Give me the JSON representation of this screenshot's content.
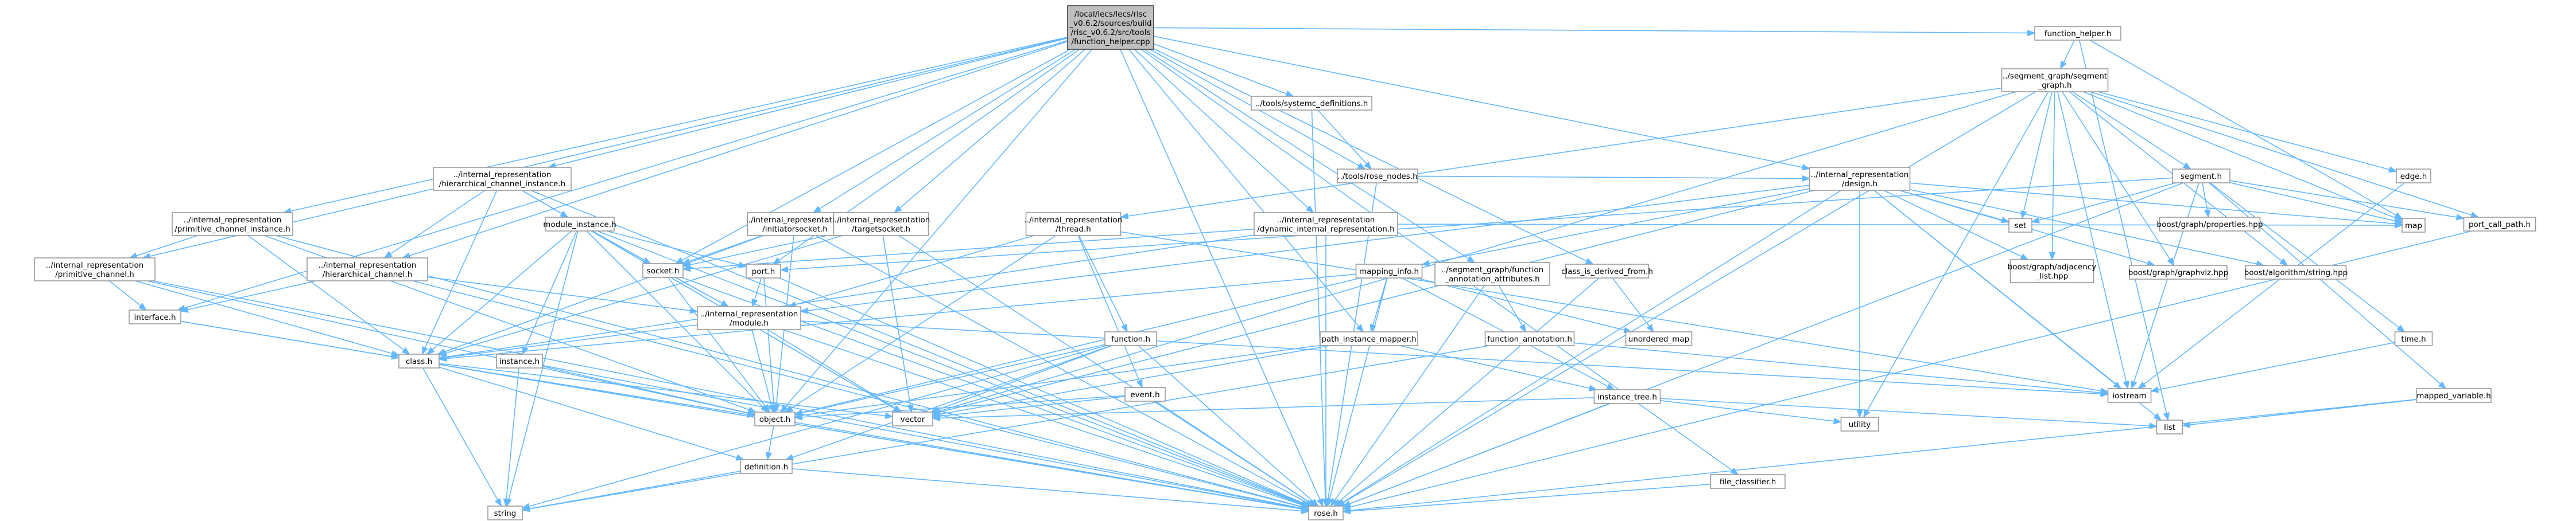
{
  "diagram": {
    "type": "doxygen-include-dependency-graph",
    "colors": {
      "edge": "#63b8ff",
      "node_border": "#999999",
      "root_fill": "#bfbfbf",
      "text": "#000000"
    },
    "nodes": [
      {
        "id": "root",
        "lines": [
          "/local/lecs/lecs/risc",
          "_v0.6.2/sources/build",
          "/risc_v0.6.2/src/tools",
          "/function_helper.cpp"
        ],
        "root": true
      },
      {
        "id": "ir_hier_ch_inst",
        "lines": [
          "../internal_representation",
          "/hierarchical_channel_instance.h"
        ]
      },
      {
        "id": "ir_prim_ch_inst",
        "lines": [
          "../internal_representation",
          "/primitive_channel_instance.h"
        ]
      },
      {
        "id": "module_instance",
        "lines": [
          "module_instance.h"
        ]
      },
      {
        "id": "ir_initsocket",
        "lines": [
          "../internal_representation",
          "/initiatorsocket.h"
        ]
      },
      {
        "id": "ir_targetsocket",
        "lines": [
          "../internal_representation",
          "/targetsocket.h"
        ]
      },
      {
        "id": "ir_prim_channel",
        "lines": [
          "../internal_representation",
          "/primitive_channel.h"
        ]
      },
      {
        "id": "ir_hier_channel",
        "lines": [
          "../internal_representation",
          "/hierarchical_channel.h"
        ]
      },
      {
        "id": "ir_thread",
        "lines": [
          "../internal_representation",
          "/thread.h"
        ]
      },
      {
        "id": "ir_dyn",
        "lines": [
          "../internal_representation",
          "/dynamic_internal_representation.h"
        ]
      },
      {
        "id": "tools_sysc",
        "lines": [
          "../tools/systemc_definitions.h"
        ]
      },
      {
        "id": "tools_rose",
        "lines": [
          "../tools/rose_nodes.h"
        ]
      },
      {
        "id": "function_helper_h",
        "lines": [
          "function_helper.h"
        ]
      },
      {
        "id": "sg_graph",
        "lines": [
          "../segment_graph/segment",
          "_graph.h"
        ]
      },
      {
        "id": "segment",
        "lines": [
          "segment.h"
        ]
      },
      {
        "id": "edge",
        "lines": [
          "edge.h"
        ]
      },
      {
        "id": "port_call_path",
        "lines": [
          "port_call_path.h"
        ]
      },
      {
        "id": "bg_properties",
        "lines": [
          "boost/graph/properties.hpp"
        ]
      },
      {
        "id": "ir_design",
        "lines": [
          "../internal_representation",
          "/design.h"
        ]
      },
      {
        "id": "mapping_info",
        "lines": [
          "mapping_info.h"
        ]
      },
      {
        "id": "sg_fn_ann",
        "lines": [
          "../segment_graph/function",
          "_annotation_attributes.h"
        ]
      },
      {
        "id": "class_is_derived",
        "lines": [
          "class_is_derived_from.h"
        ]
      },
      {
        "id": "set",
        "lines": [
          "set"
        ]
      },
      {
        "id": "bg_adjacency",
        "lines": [
          "boost/graph/adjacency",
          "_list.hpp"
        ]
      },
      {
        "id": "bg_graphviz",
        "lines": [
          "boost/graph/graphviz.hpp"
        ]
      },
      {
        "id": "ba_string",
        "lines": [
          "boost/algorithm/string.hpp"
        ]
      },
      {
        "id": "map",
        "lines": [
          "map"
        ]
      },
      {
        "id": "time",
        "lines": [
          "time.h"
        ]
      },
      {
        "id": "mapped_variable",
        "lines": [
          "mapped_variable.h"
        ]
      },
      {
        "id": "socket",
        "lines": [
          "socket.h"
        ]
      },
      {
        "id": "port",
        "lines": [
          "port.h"
        ]
      },
      {
        "id": "ir_module",
        "lines": [
          "../internal_representation",
          "/module.h"
        ]
      },
      {
        "id": "interface",
        "lines": [
          "interface.h"
        ]
      },
      {
        "id": "function",
        "lines": [
          "function.h"
        ]
      },
      {
        "id": "path_instance_mapper",
        "lines": [
          "path_instance_mapper.h"
        ]
      },
      {
        "id": "function_annotation",
        "lines": [
          "function_annotation.h"
        ]
      },
      {
        "id": "unordered_map",
        "lines": [
          "unordered_map"
        ]
      },
      {
        "id": "class",
        "lines": [
          "class.h"
        ]
      },
      {
        "id": "instance",
        "lines": [
          "instance.h"
        ]
      },
      {
        "id": "event",
        "lines": [
          "event.h"
        ]
      },
      {
        "id": "instance_tree",
        "lines": [
          "instance_tree.h"
        ]
      },
      {
        "id": "iostream",
        "lines": [
          "iostream"
        ]
      },
      {
        "id": "utility",
        "lines": [
          "utility"
        ]
      },
      {
        "id": "list",
        "lines": [
          "list"
        ]
      },
      {
        "id": "object",
        "lines": [
          "object.h"
        ]
      },
      {
        "id": "vector",
        "lines": [
          "vector"
        ]
      },
      {
        "id": "definition",
        "lines": [
          "definition.h"
        ]
      },
      {
        "id": "file_classifier",
        "lines": [
          "file_classifier.h"
        ]
      },
      {
        "id": "string",
        "lines": [
          "string"
        ]
      },
      {
        "id": "rose",
        "lines": [
          "rose.h"
        ]
      }
    ],
    "edges": [
      [
        "root",
        "ir_hier_ch_inst"
      ],
      [
        "root",
        "ir_prim_ch_inst"
      ],
      [
        "root",
        "ir_initsocket"
      ],
      [
        "root",
        "ir_targetsocket"
      ],
      [
        "root",
        "ir_dyn"
      ],
      [
        "root",
        "tools_sysc"
      ],
      [
        "root",
        "tools_rose"
      ],
      [
        "root",
        "function_helper_h"
      ],
      [
        "root",
        "ir_design"
      ],
      [
        "root",
        "ir_hier_channel"
      ],
      [
        "root",
        "ir_prim_channel"
      ],
      [
        "root",
        "interface"
      ],
      [
        "root",
        "socket"
      ],
      [
        "root",
        "port"
      ],
      [
        "root",
        "object"
      ],
      [
        "root",
        "sg_fn_ann"
      ],
      [
        "root",
        "class_is_derived"
      ],
      [
        "root",
        "path_instance_mapper"
      ],
      [
        "root",
        "file_classifier"
      ],
      [
        "root",
        "rose"
      ],
      [
        "ir_hier_ch_inst",
        "module_instance"
      ],
      [
        "ir_hier_ch_inst",
        "ir_hier_channel"
      ],
      [
        "ir_hier_ch_inst",
        "class"
      ],
      [
        "ir_hier_ch_inst",
        "vector"
      ],
      [
        "ir_hier_ch_inst",
        "rose"
      ],
      [
        "ir_prim_ch_inst",
        "ir_prim_channel"
      ],
      [
        "ir_prim_ch_inst",
        "class"
      ],
      [
        "ir_prim_ch_inst",
        "object"
      ],
      [
        "ir_prim_ch_inst",
        "rose"
      ],
      [
        "module_instance",
        "socket"
      ],
      [
        "module_instance",
        "port"
      ],
      [
        "module_instance",
        "ir_module"
      ],
      [
        "module_instance",
        "class"
      ],
      [
        "module_instance",
        "instance"
      ],
      [
        "module_instance",
        "object"
      ],
      [
        "module_instance",
        "vector"
      ],
      [
        "module_instance",
        "string"
      ],
      [
        "module_instance",
        "rose"
      ],
      [
        "ir_initsocket",
        "socket"
      ],
      [
        "ir_initsocket",
        "class"
      ],
      [
        "ir_initsocket",
        "object"
      ],
      [
        "ir_initsocket",
        "rose"
      ],
      [
        "ir_targetsocket",
        "socket"
      ],
      [
        "ir_targetsocket",
        "class"
      ],
      [
        "ir_targetsocket",
        "vector"
      ],
      [
        "ir_targetsocket",
        "rose"
      ],
      [
        "ir_prim_channel",
        "interface"
      ],
      [
        "ir_prim_channel",
        "class"
      ],
      [
        "ir_prim_channel",
        "object"
      ],
      [
        "ir_prim_channel",
        "rose"
      ],
      [
        "ir_hier_channel",
        "interface"
      ],
      [
        "ir_hier_channel",
        "ir_module"
      ],
      [
        "ir_hier_channel",
        "rose"
      ],
      [
        "ir_thread",
        "ir_module"
      ],
      [
        "ir_thread",
        "function"
      ],
      [
        "ir_thread",
        "event"
      ],
      [
        "ir_thread",
        "object"
      ],
      [
        "ir_thread",
        "iostream"
      ],
      [
        "ir_dyn",
        "socket"
      ],
      [
        "ir_dyn",
        "class"
      ],
      [
        "ir_dyn",
        "map"
      ],
      [
        "ir_dyn",
        "rose"
      ],
      [
        "tools_sysc",
        "tools_rose"
      ],
      [
        "tools_sysc",
        "rose"
      ],
      [
        "tools_rose",
        "ir_design"
      ],
      [
        "tools_rose",
        "rose"
      ],
      [
        "function_helper_h",
        "sg_graph"
      ],
      [
        "function_helper_h",
        "map"
      ],
      [
        "function_helper_h",
        "list"
      ],
      [
        "sg_graph",
        "segment"
      ],
      [
        "sg_graph",
        "edge"
      ],
      [
        "sg_graph",
        "port_call_path"
      ],
      [
        "sg_graph",
        "ir_thread"
      ],
      [
        "sg_graph",
        "set"
      ],
      [
        "sg_graph",
        "bg_adjacency"
      ],
      [
        "sg_graph",
        "bg_graphviz"
      ],
      [
        "sg_graph",
        "ba_string"
      ],
      [
        "sg_graph",
        "map"
      ],
      [
        "sg_graph",
        "iostream"
      ],
      [
        "sg_graph",
        "utility"
      ],
      [
        "sg_graph",
        "rose"
      ],
      [
        "sg_graph",
        "vector"
      ],
      [
        "segment",
        "bg_properties"
      ],
      [
        "segment",
        "port_call_path"
      ],
      [
        "segment",
        "time"
      ],
      [
        "segment",
        "mapped_variable"
      ],
      [
        "segment",
        "set"
      ],
      [
        "segment",
        "map"
      ],
      [
        "segment",
        "iostream"
      ],
      [
        "segment",
        "port"
      ],
      [
        "segment",
        "rose"
      ],
      [
        "edge",
        "iostream"
      ],
      [
        "port_call_path",
        "rose"
      ],
      [
        "ir_design",
        "mapping_info"
      ],
      [
        "ir_design",
        "bg_adjacency"
      ],
      [
        "ir_design",
        "bg_graphviz"
      ],
      [
        "ir_design",
        "ba_string"
      ],
      [
        "ir_design",
        "set"
      ],
      [
        "ir_design",
        "map"
      ],
      [
        "ir_design",
        "iostream"
      ],
      [
        "ir_design",
        "utility"
      ],
      [
        "ir_design",
        "vector"
      ],
      [
        "ir_design",
        "list"
      ],
      [
        "ir_design",
        "rose"
      ],
      [
        "ir_design",
        "ir_module"
      ],
      [
        "mapping_info",
        "path_instance_mapper"
      ],
      [
        "mapping_info",
        "instance_tree"
      ],
      [
        "mapping_info",
        "class"
      ],
      [
        "mapping_info",
        "object"
      ],
      [
        "mapping_info",
        "unordered_map"
      ],
      [
        "mapping_info",
        "rose"
      ],
      [
        "sg_fn_ann",
        "function_annotation"
      ],
      [
        "sg_fn_ann",
        "rose"
      ],
      [
        "class_is_derived",
        "unordered_map"
      ],
      [
        "class_is_derived",
        "rose"
      ],
      [
        "time",
        "iostream"
      ],
      [
        "mapped_variable",
        "list"
      ],
      [
        "mapped_variable",
        "rose"
      ],
      [
        "socket",
        "ir_module"
      ],
      [
        "socket",
        "object"
      ],
      [
        "socket",
        "rose"
      ],
      [
        "port",
        "ir_module"
      ],
      [
        "port",
        "object"
      ],
      [
        "port",
        "rose"
      ],
      [
        "ir_module",
        "class"
      ],
      [
        "ir_module",
        "object"
      ],
      [
        "ir_module",
        "vector"
      ],
      [
        "ir_module",
        "iostream"
      ],
      [
        "ir_module",
        "rose"
      ],
      [
        "interface",
        "class"
      ],
      [
        "interface",
        "rose"
      ],
      [
        "function",
        "object"
      ],
      [
        "function",
        "definition"
      ],
      [
        "function",
        "vector"
      ],
      [
        "function",
        "string"
      ],
      [
        "function",
        "rose"
      ],
      [
        "path_instance_mapper",
        "instance_tree"
      ],
      [
        "path_instance_mapper",
        "object"
      ],
      [
        "path_instance_mapper",
        "vector"
      ],
      [
        "function_annotation",
        "iostream"
      ],
      [
        "function_annotation",
        "string"
      ],
      [
        "class",
        "object"
      ],
      [
        "class",
        "definition"
      ],
      [
        "class",
        "vector"
      ],
      [
        "class",
        "string"
      ],
      [
        "class",
        "rose"
      ],
      [
        "instance",
        "object"
      ],
      [
        "instance",
        "string"
      ],
      [
        "instance",
        "rose"
      ],
      [
        "event",
        "object"
      ],
      [
        "event",
        "vector"
      ],
      [
        "event",
        "rose"
      ],
      [
        "instance_tree",
        "vector"
      ],
      [
        "instance_tree",
        "utility"
      ],
      [
        "instance_tree",
        "list"
      ],
      [
        "instance_tree",
        "rose"
      ],
      [
        "object",
        "definition"
      ],
      [
        "object",
        "rose"
      ],
      [
        "definition",
        "string"
      ],
      [
        "definition",
        "rose"
      ],
      [
        "file_classifier",
        "rose"
      ]
    ]
  }
}
